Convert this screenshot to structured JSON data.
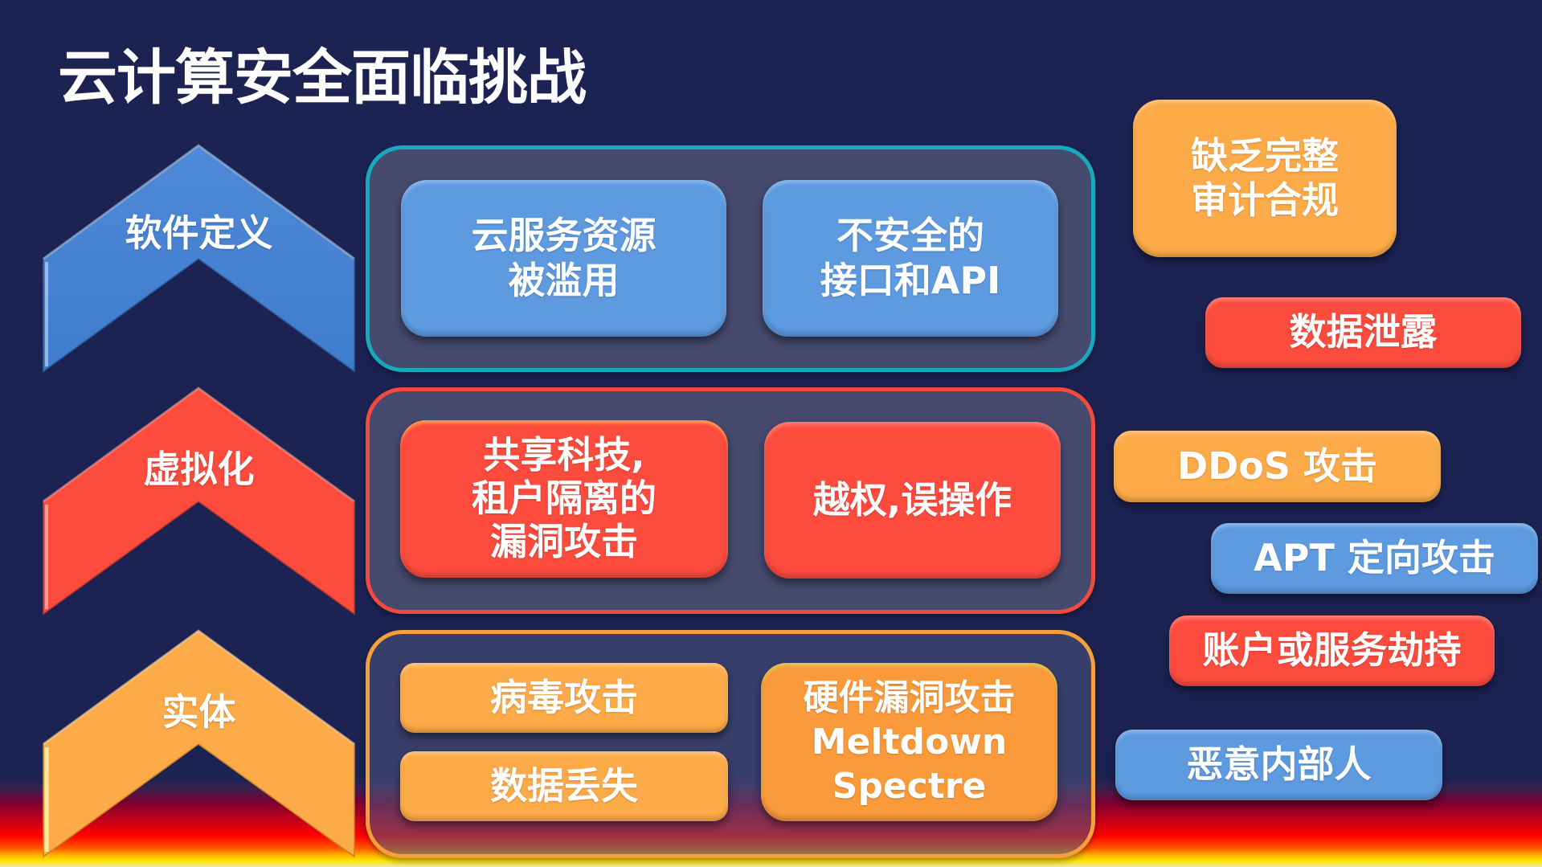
{
  "title": "云计算安全面临挑战",
  "colors": {
    "background": "#1c2353",
    "blue": "#5d9ae0",
    "red": "#fd4b3e",
    "orange": "#fdab48",
    "teal_border": "#17a9be",
    "red_border": "#f24a3e",
    "orange_border": "#f5a03a"
  },
  "tiers": [
    {
      "label": "软件定义",
      "color": "#4a86d4",
      "cards": [
        {
          "lines": [
            "云服务资源",
            "被滥用"
          ]
        },
        {
          "lines": [
            "不安全的",
            "接口和API"
          ]
        }
      ]
    },
    {
      "label": "虚拟化",
      "color": "#fd4b3e",
      "cards": [
        {
          "lines": [
            "共享科技,",
            "租户隔离的",
            "漏洞攻击"
          ]
        },
        {
          "lines": [
            "越权,误操作"
          ]
        }
      ]
    },
    {
      "label": "实体",
      "color": "#fdab48",
      "cards": [
        {
          "lines": [
            "病毒攻击"
          ]
        },
        {
          "lines": [
            "数据丢失"
          ]
        },
        {
          "lines": [
            "硬件漏洞攻击",
            "Meltdown",
            "Spectre"
          ]
        }
      ]
    }
  ],
  "threats": [
    {
      "lines": [
        "缺乏完整",
        "审计合规"
      ],
      "color": "orange"
    },
    {
      "lines": [
        "数据泄露"
      ],
      "color": "red"
    },
    {
      "lines": [
        "DDoS 攻击"
      ],
      "color": "orange"
    },
    {
      "lines": [
        "APT 定向攻击"
      ],
      "color": "blue"
    },
    {
      "lines": [
        "账户或服务劫持"
      ],
      "color": "red"
    },
    {
      "lines": [
        "恶意内部人"
      ],
      "color": "blue"
    }
  ]
}
